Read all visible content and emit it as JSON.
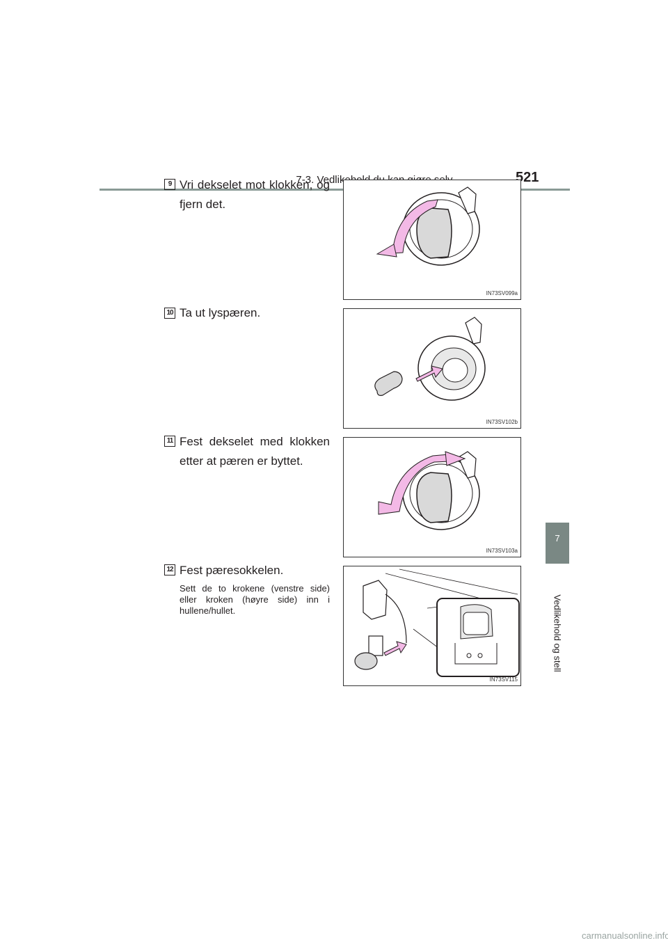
{
  "header": {
    "title": "7-3. Vedlikehold du kan gjøre selv",
    "page_number": "521"
  },
  "side_tab": {
    "chapter_number": "7",
    "chapter_label": "Vedlikehold og stell"
  },
  "steps": [
    {
      "number": "9",
      "text": "Vri dekselet mot klokken, og fjern det.",
      "figure_code": "IN73SV099a"
    },
    {
      "number": "10",
      "text": "Ta ut lyspæren.",
      "figure_code": "IN73SV102b"
    },
    {
      "number": "11",
      "text": "Fest dekselet med klokken etter at pæren er byttet.",
      "figure_code": "IN73SV103a"
    },
    {
      "number": "12",
      "text": "Fest pæresokkelen.",
      "note": "Sett de to krokene (venstre side) eller kroken (høyre side) inn i hullene/hullet.",
      "figure_code": "IN73SV115"
    }
  ],
  "colors": {
    "arrow": "#f3b9e6",
    "rule": "#8a9a96",
    "tab": "#7a8884"
  },
  "watermark": "carmanualsonline.info"
}
